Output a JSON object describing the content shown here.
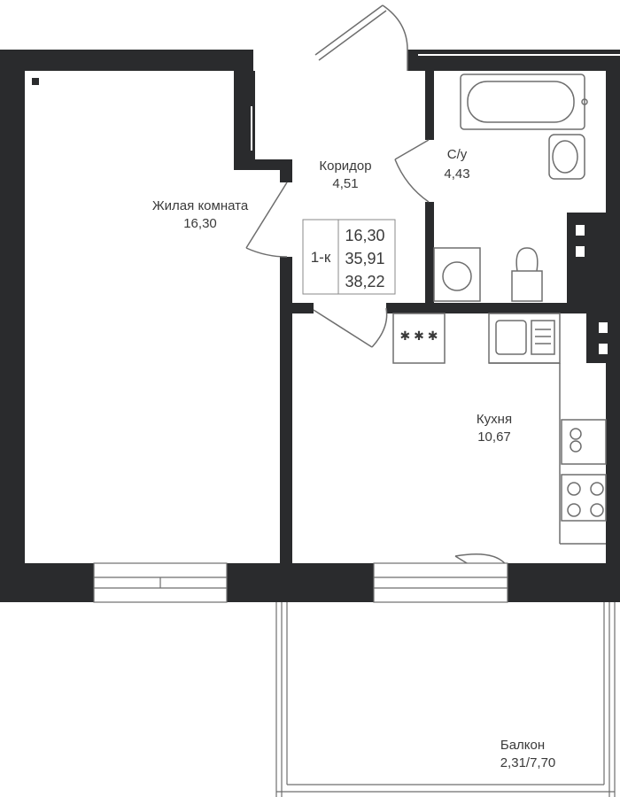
{
  "colors": {
    "wall": "#2a2b2d",
    "line": "#6e6e6e",
    "text": "#3a3a3a",
    "background": "#ffffff"
  },
  "rooms": {
    "living": {
      "name": "Жилая комната",
      "area": "16,30"
    },
    "corridor": {
      "name": "Коридор",
      "area": "4,51"
    },
    "bathroom": {
      "name": "С/у",
      "area": "4,43"
    },
    "kitchen": {
      "name": "Кухня",
      "area": "10,67"
    },
    "balcony": {
      "name": "Балкон",
      "area": "2,31/7,70"
    }
  },
  "summary": {
    "type": "1-к",
    "living_area": "16,30",
    "total_area": "35,91",
    "total_with_balcony": "38,22"
  },
  "fixtures": {
    "stove_marks": "✱ ✱ ✱"
  }
}
